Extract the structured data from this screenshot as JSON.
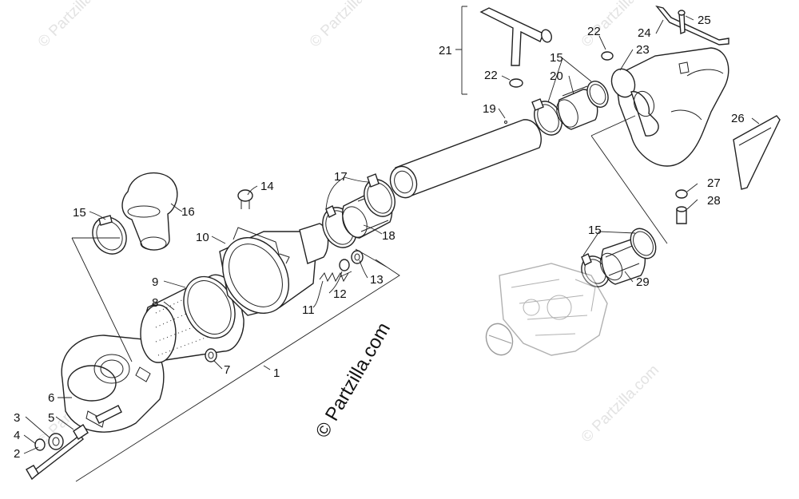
{
  "watermark": {
    "main": "© Partzilla.com",
    "faint": "© Partzilla.com"
  },
  "callouts": {
    "c1": "1",
    "c2": "2",
    "c3": "3",
    "c4": "4",
    "c5": "5",
    "c6": "6",
    "c7": "7",
    "c8": "8",
    "c9": "9",
    "c10": "10",
    "c11": "11",
    "c12": "12",
    "c13": "13",
    "c14": "14",
    "c15a": "15",
    "c15b": "15",
    "c15c": "15",
    "c16": "16",
    "c17": "17",
    "c18": "18",
    "c19": "19",
    "c20": "20",
    "c21": "21",
    "c22a": "22",
    "c22b": "22",
    "c23": "23",
    "c24": "24",
    "c25": "25",
    "c26": "26",
    "c27": "27",
    "c28": "28",
    "c29": "29"
  }
}
